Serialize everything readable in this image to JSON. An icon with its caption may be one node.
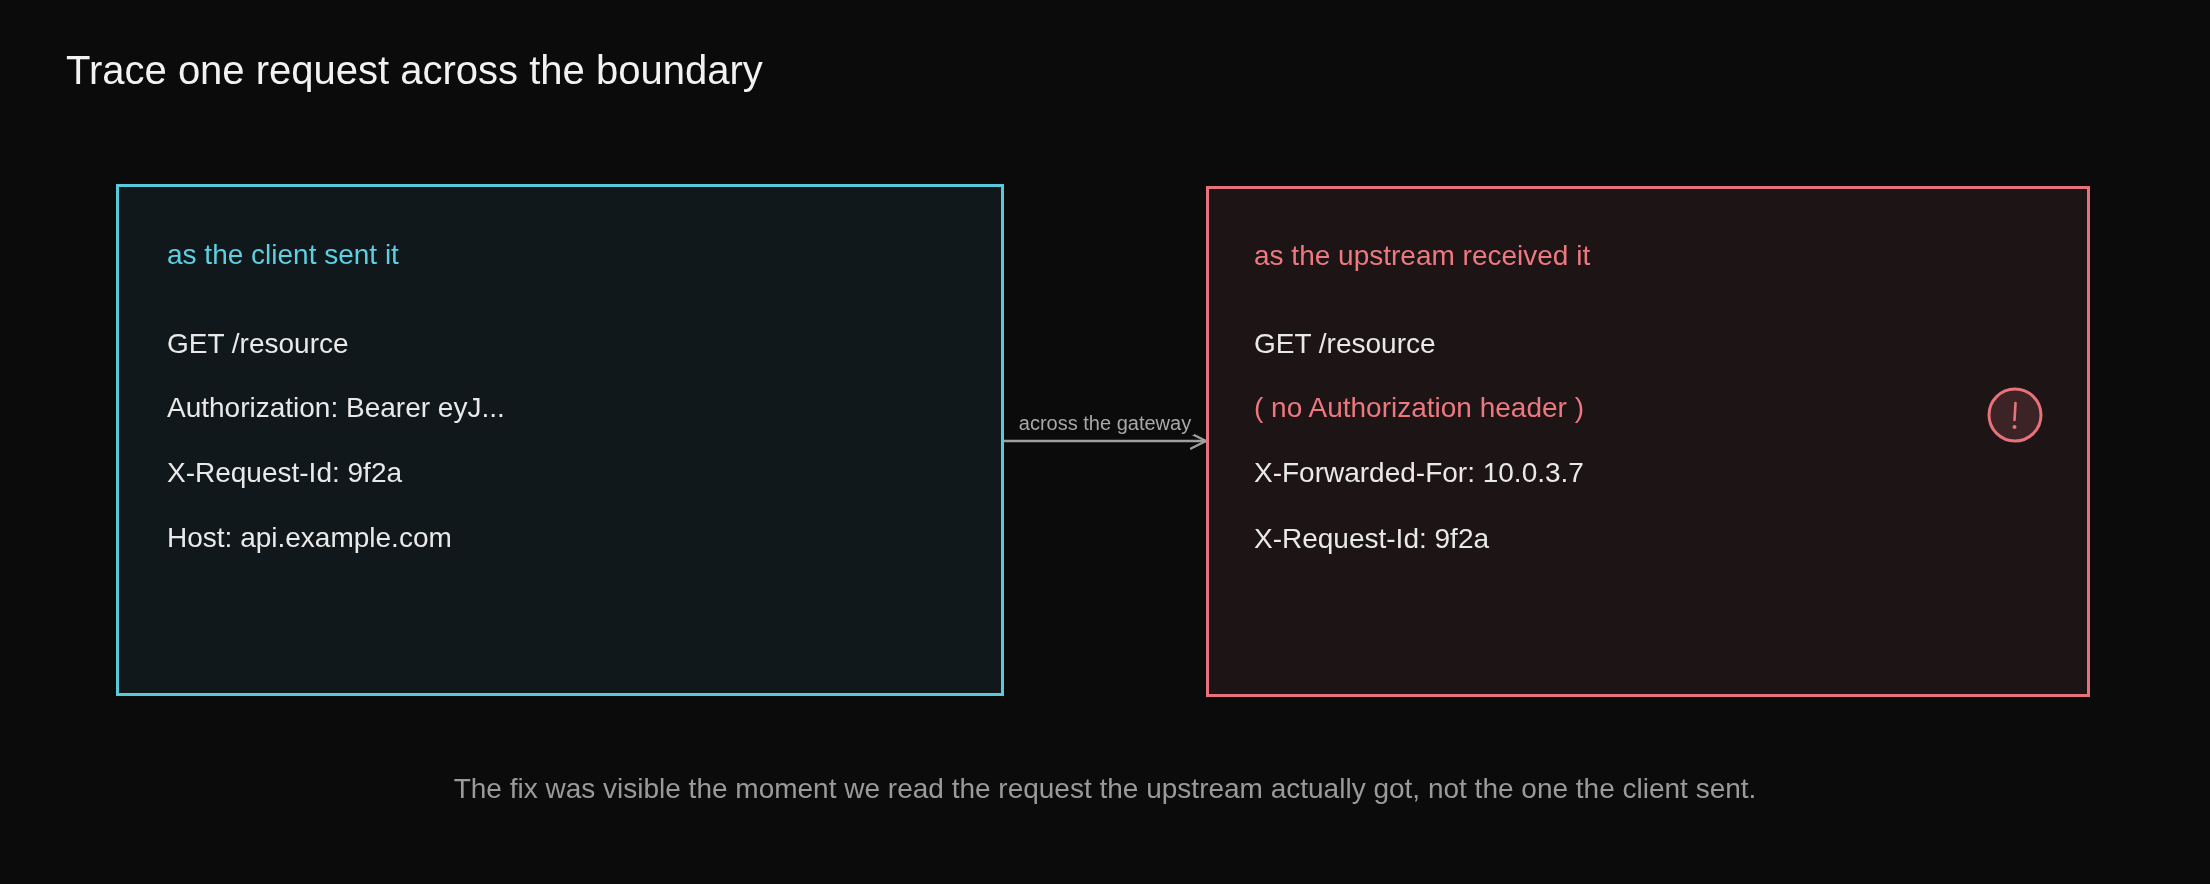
{
  "diagram": {
    "title": "Trace one request across the boundary",
    "nodes": [
      {
        "text": [
          "as the client sent it",
          "GET /resource",
          "Authorization: Bearer eyJ...",
          "X-Request-Id: 9f2a",
          "Host: api.example.com"
        ]
      },
      {
        "text": [
          "as the upstream received it",
          "GET /resource",
          "( no Authorization header )",
          "X-Forwarded-For: 10.0.3.7",
          "X-Request-Id: 9f2a"
        ]
      }
    ],
    "edges": [
      {
        "from": 0,
        "to": 1,
        "arrow": "to",
        "label": "across the gateway"
      }
    ],
    "caption": "The fix was visible the moment we read the request the upstream actually got, not the one the client sent."
  }
}
